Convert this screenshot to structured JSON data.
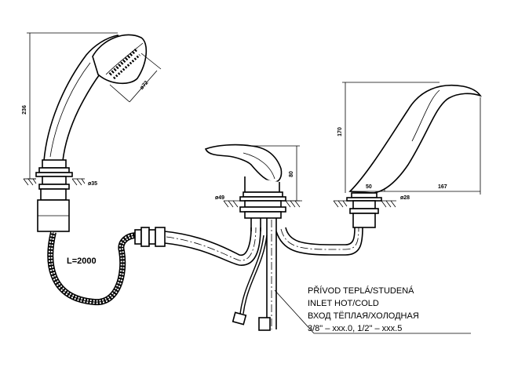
{
  "dimensions": {
    "handshower_height": "236",
    "head_diameter": "ø72",
    "handshower_base": "ø35",
    "mixer_base": "ø49",
    "mixer_height": "80",
    "spout_height": "170",
    "spout_base_offset": "50",
    "spout_reach": "167",
    "spout_base": "ø28",
    "hose_length": "L=2000"
  },
  "supply_note": {
    "line_cz": "PŘÍVOD TEPLÁ/STUDENÁ",
    "line_en": "INLET HOT/COLD",
    "line_ru": "ВХОД ТЁПЛАЯ/ХОЛОДНАЯ",
    "line_sizes": "3/8\" – xxx.0, 1/2\" – xxx.5"
  }
}
